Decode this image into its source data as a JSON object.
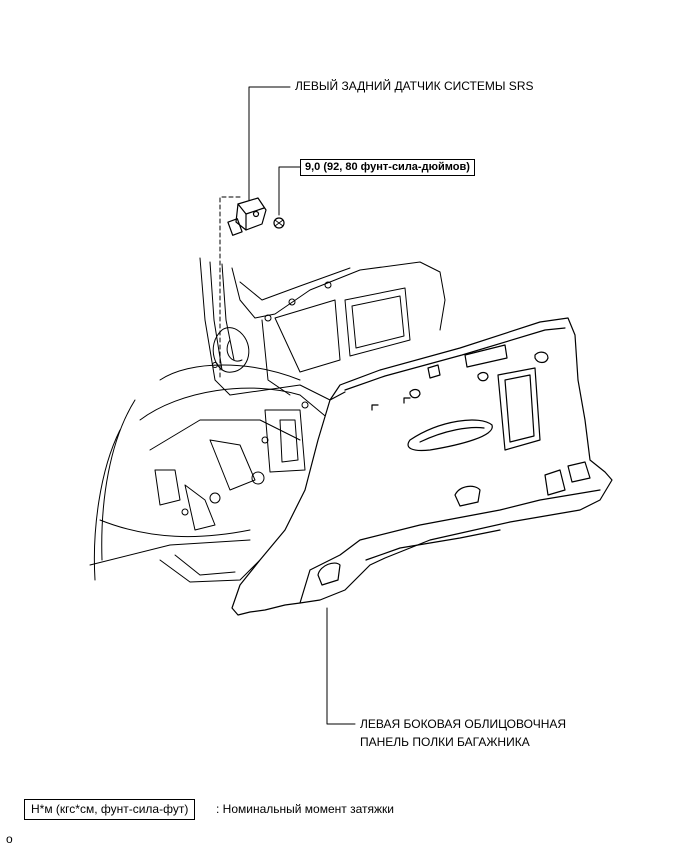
{
  "labels": {
    "sensor": "ЛЕВЫЙ ЗАДНИЙ ДАТЧИК СИСТЕМЫ SRS",
    "torque": "9,0 (92, 80 фунт-сила-дюймов)",
    "panel_line1": "ЛЕВАЯ БОКОВАЯ ОБЛИЦОВОЧНАЯ",
    "panel_line2": "ПАНЕЛЬ ПОЛКИ БАГАЖНИКА"
  },
  "legend": {
    "unit": "Н*м (кгс*см, фунт-сила-фут)",
    "description": ": Номинальный момент затяжки"
  },
  "corner_mark": "o"
}
